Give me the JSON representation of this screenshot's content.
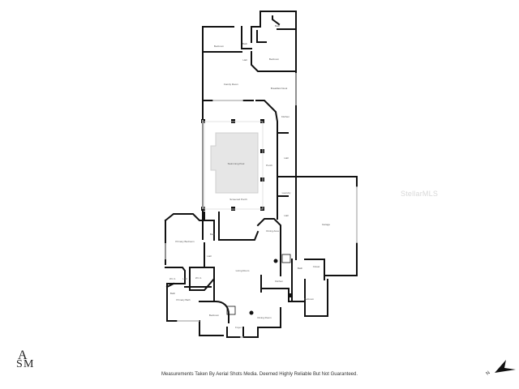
{
  "watermark": "StellarMLS",
  "logo": {
    "line1": "A",
    "line2a": "S",
    "line2b": "M"
  },
  "disclaimer": "Measurements Taken By Aerial Shots Media. Deemed Highly Reliable But Not Guaranteed.",
  "north_label": "N",
  "rooms": {
    "bath_top": "Bath",
    "bedroom_top_left": "Bedroom",
    "bath_mid": "Bath",
    "hall_top": "Hall",
    "bedroom_top_right": "Bedroom",
    "family_room": "Family Room",
    "breakfast_nook": "Breakfast Nook",
    "kitchen_upper": "Kitchen",
    "swimming_pool": "Swimming Pool",
    "screened_porch": "Screened Porch",
    "porch": "Porch",
    "hall_right": "Hall",
    "laundry": "Laundry",
    "hall_lower": "Hall",
    "garage": "Garage",
    "primary_bedroom": "Primary Bedroom",
    "bath_primary_side": "Bath",
    "hall_primary": "Hall",
    "wic_left": "W.I.C.",
    "hall_wic": "Hall",
    "wic_right": "W.I.C.",
    "bath_small": "Bath",
    "primary_bath": "Primary Bath",
    "dining_area": "Dining Area",
    "living_room": "Living Room",
    "kitchen": "Kitchen",
    "half_bath": "Bath",
    "closet": "Closet",
    "bedroom_lower_right": "Bedroom",
    "bedroom_lower_left": "Bedroom",
    "foyer": "Foyer",
    "dining_room": "Dining Room"
  }
}
